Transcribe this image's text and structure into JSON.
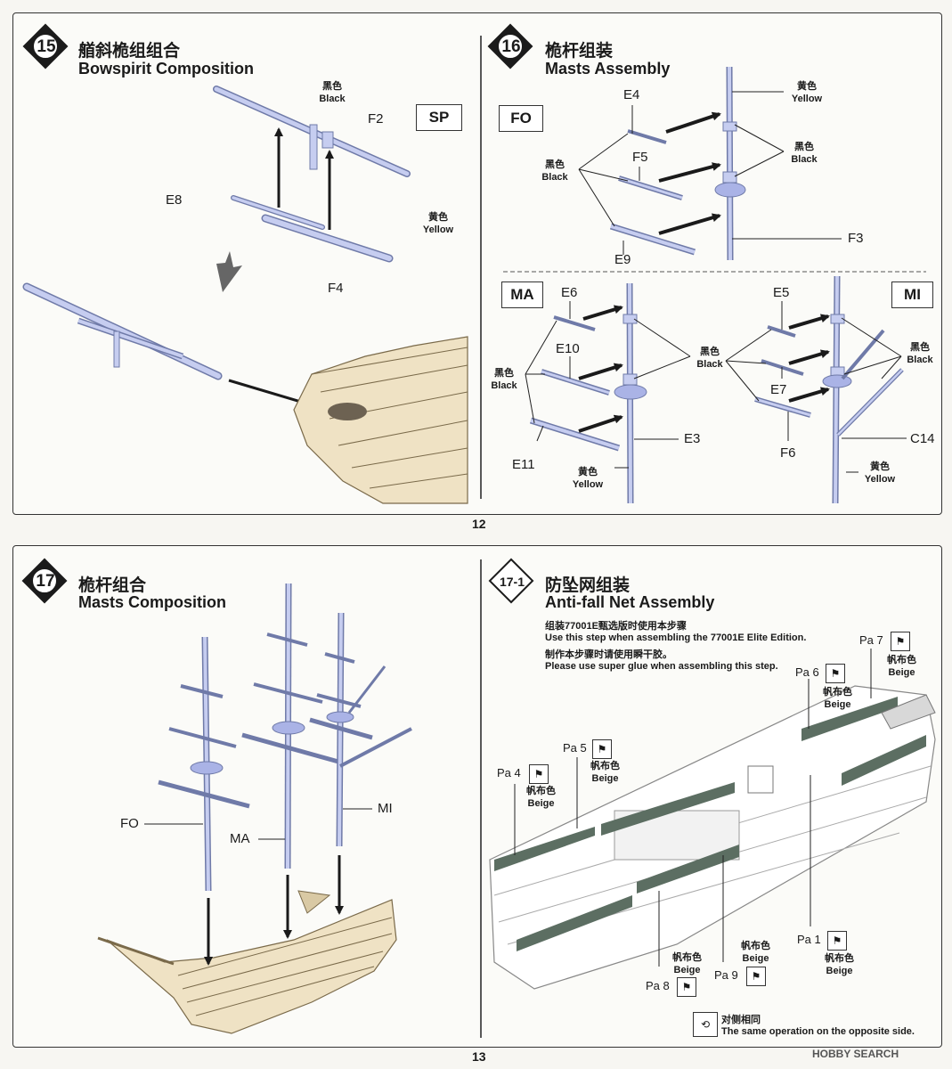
{
  "pages": {
    "top_number": "12",
    "bottom_number": "13"
  },
  "step15": {
    "number": "15",
    "title_cn": "艏斜桅组组合",
    "title_en": "Bowspirit Composition",
    "tag": "SP",
    "parts": {
      "f2": "F2",
      "e8": "E8",
      "f4": "F4"
    },
    "color_black": {
      "cn": "黑色",
      "en": "Black"
    },
    "color_yellow": {
      "cn": "黄色",
      "en": "Yellow"
    }
  },
  "step16": {
    "number": "16",
    "title_cn": "桅杆组装",
    "title_en": "Masts Assembly",
    "fo": {
      "tag": "FO",
      "parts": {
        "e4": "E4",
        "f5": "F5",
        "e9": "E9",
        "f3": "F3"
      },
      "yellow": {
        "cn": "黄色",
        "en": "Yellow"
      },
      "black_right": {
        "cn": "黑色",
        "en": "Black"
      },
      "black_left": {
        "cn": "黑色",
        "en": "Black"
      }
    },
    "ma": {
      "tag": "MA",
      "parts": {
        "e6": "E6",
        "e10": "E10",
        "e11": "E11",
        "e3": "E3"
      },
      "black_left": {
        "cn": "黑色",
        "en": "Black"
      },
      "black_right": {
        "cn": "黑色",
        "en": "Black"
      },
      "yellow": {
        "cn": "黄色",
        "en": "Yellow"
      }
    },
    "mi": {
      "tag": "MI",
      "parts": {
        "e5": "E5",
        "e7": "E7",
        "f6": "F6",
        "c14": "C14"
      },
      "black": {
        "cn": "黑色",
        "en": "Black"
      },
      "yellow": {
        "cn": "黄色",
        "en": "Yellow"
      }
    }
  },
  "step17": {
    "number": "17",
    "title_cn": "桅杆组合",
    "title_en": "Masts Composition",
    "labels": {
      "fo": "FO",
      "ma": "MA",
      "mi": "MI"
    }
  },
  "step17_1": {
    "number": "17-1",
    "title_cn": "防坠网组装",
    "title_en": "Anti-fall Net Assembly",
    "notes": [
      "组装77001E甄选版时使用本步骤",
      "Use this step when assembling the 77001E Elite Edition.",
      "制作本步骤时请使用瞬干胶。",
      "Please use super glue when assembling this step."
    ],
    "pa_parts": {
      "pa7": "Pa 7",
      "pa6": "Pa 6",
      "pa5": "Pa 5",
      "pa4": "Pa 4",
      "pa1": "Pa 1",
      "pa8": "Pa 8",
      "pa9": "Pa 9"
    },
    "beige": {
      "cn": "帆布色",
      "en": "Beige"
    },
    "opposite_cn": "对侧相同",
    "opposite_en": "The same operation on the opposite side."
  },
  "watermark": "HOBBY SEARCH",
  "colors": {
    "mast": "#b9c2ec",
    "hull": "#efe2c4",
    "net": "#5c6e62",
    "ink": "#1a1a1a"
  }
}
